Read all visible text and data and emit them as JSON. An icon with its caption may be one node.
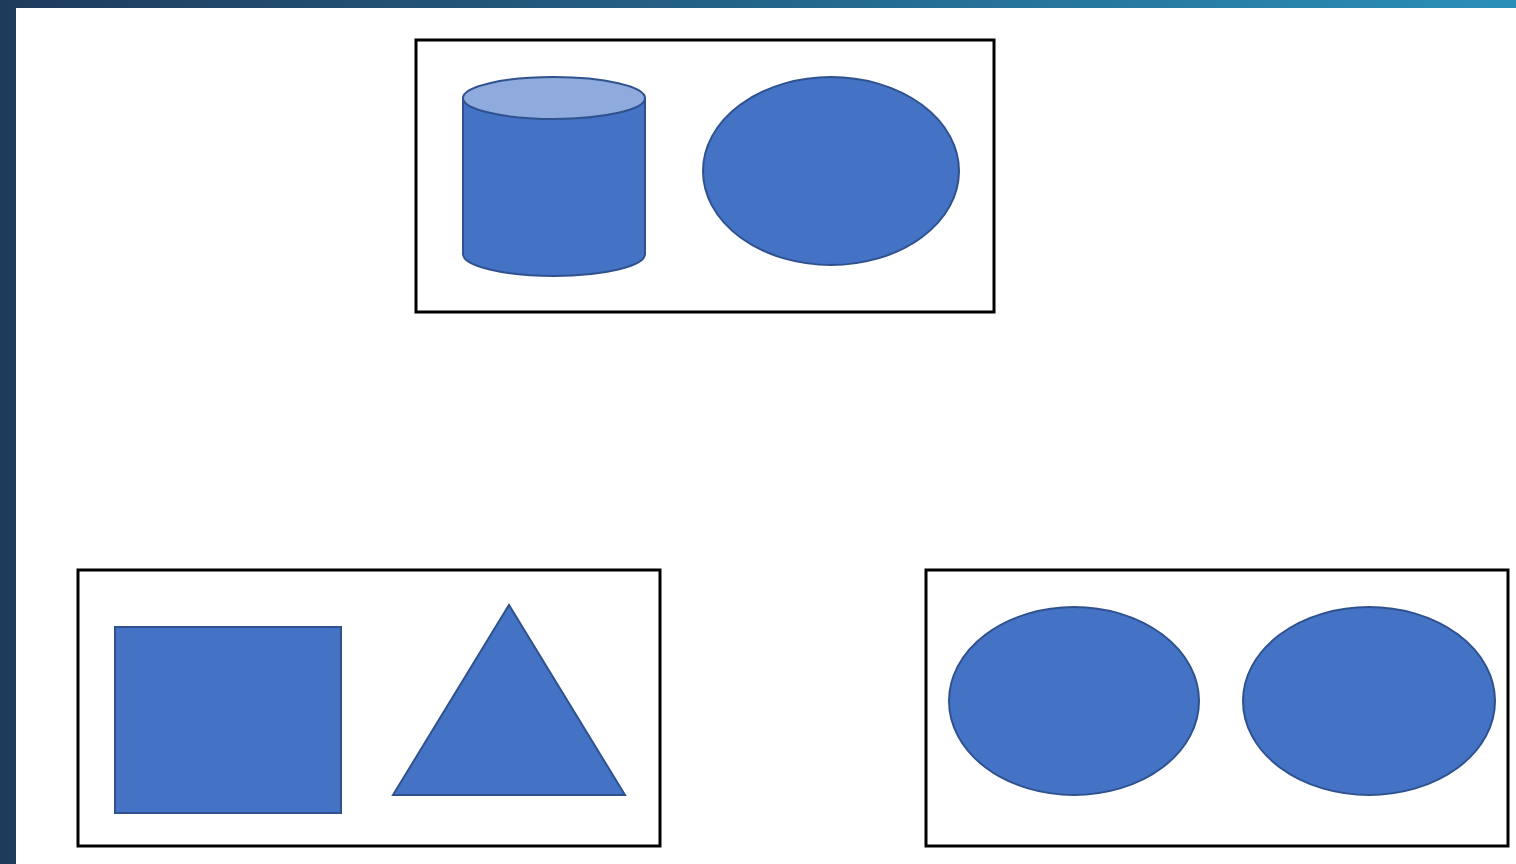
{
  "diagram": {
    "nodes": [
      {
        "text": [],
        "shape": "box"
      },
      {
        "text": [],
        "shape": "cylinder",
        "in": 0
      },
      {
        "text": [],
        "shape": "ellipse",
        "in": 0
      },
      {
        "text": [],
        "shape": "box"
      },
      {
        "text": [],
        "shape": "square",
        "in": 3
      },
      {
        "text": [],
        "shape": "triangle",
        "in": 3
      },
      {
        "text": [],
        "shape": "box"
      },
      {
        "text": [],
        "shape": "ellipse",
        "in": 6
      },
      {
        "text": [],
        "shape": "ellipse",
        "in": 6
      }
    ]
  }
}
